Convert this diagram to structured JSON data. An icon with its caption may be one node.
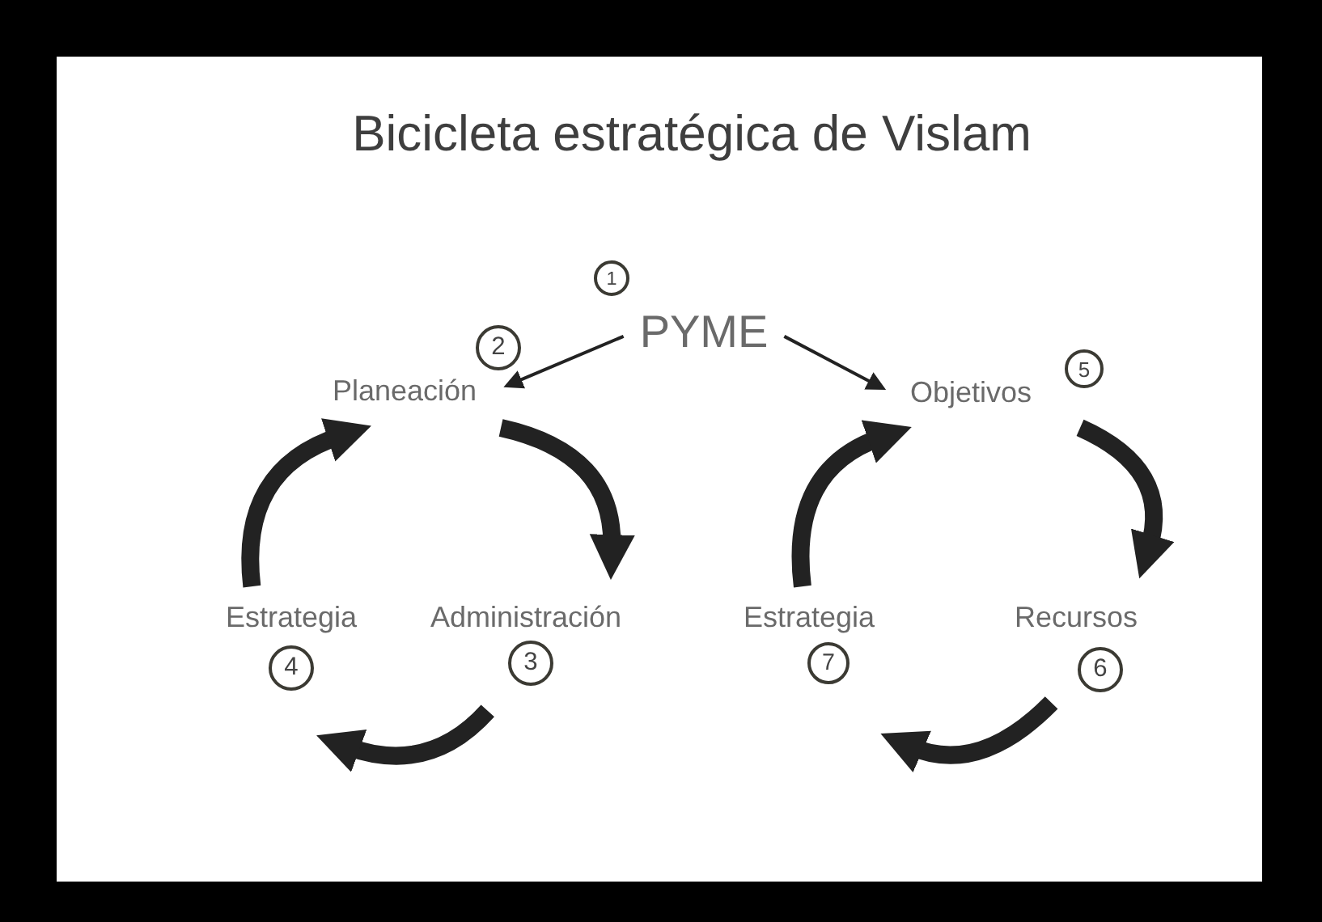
{
  "diagram": {
    "title": "Bicicleta estratégica de Vislam",
    "nodes": [
      {
        "text": [
          "PYME"
        ],
        "beside": [
          "1"
        ]
      },
      {
        "text": [
          "Planeación"
        ],
        "beside": [
          "2"
        ]
      },
      {
        "text": [
          "Administración"
        ],
        "beside": [
          "3"
        ]
      },
      {
        "text": [
          "Estrategia"
        ],
        "beside": [
          "4"
        ]
      },
      {
        "text": [
          "Objetivos"
        ],
        "beside": [
          "5"
        ]
      },
      {
        "text": [
          "Recursos"
        ],
        "beside": [
          "6"
        ]
      },
      {
        "text": [
          "Estrategia"
        ],
        "beside": [
          "7"
        ]
      }
    ],
    "edges": [
      {
        "from": 0,
        "to": 1,
        "arrow": "to"
      },
      {
        "from": 0,
        "to": 4,
        "arrow": "to"
      },
      {
        "from": 1,
        "to": 2,
        "arrow": "to"
      },
      {
        "from": 2,
        "to": 3,
        "arrow": "to"
      },
      {
        "from": 3,
        "to": 1,
        "arrow": "to"
      },
      {
        "from": 4,
        "to": 5,
        "arrow": "to"
      },
      {
        "from": 5,
        "to": 6,
        "arrow": "to"
      },
      {
        "from": 6,
        "to": 4,
        "arrow": "to"
      }
    ]
  }
}
